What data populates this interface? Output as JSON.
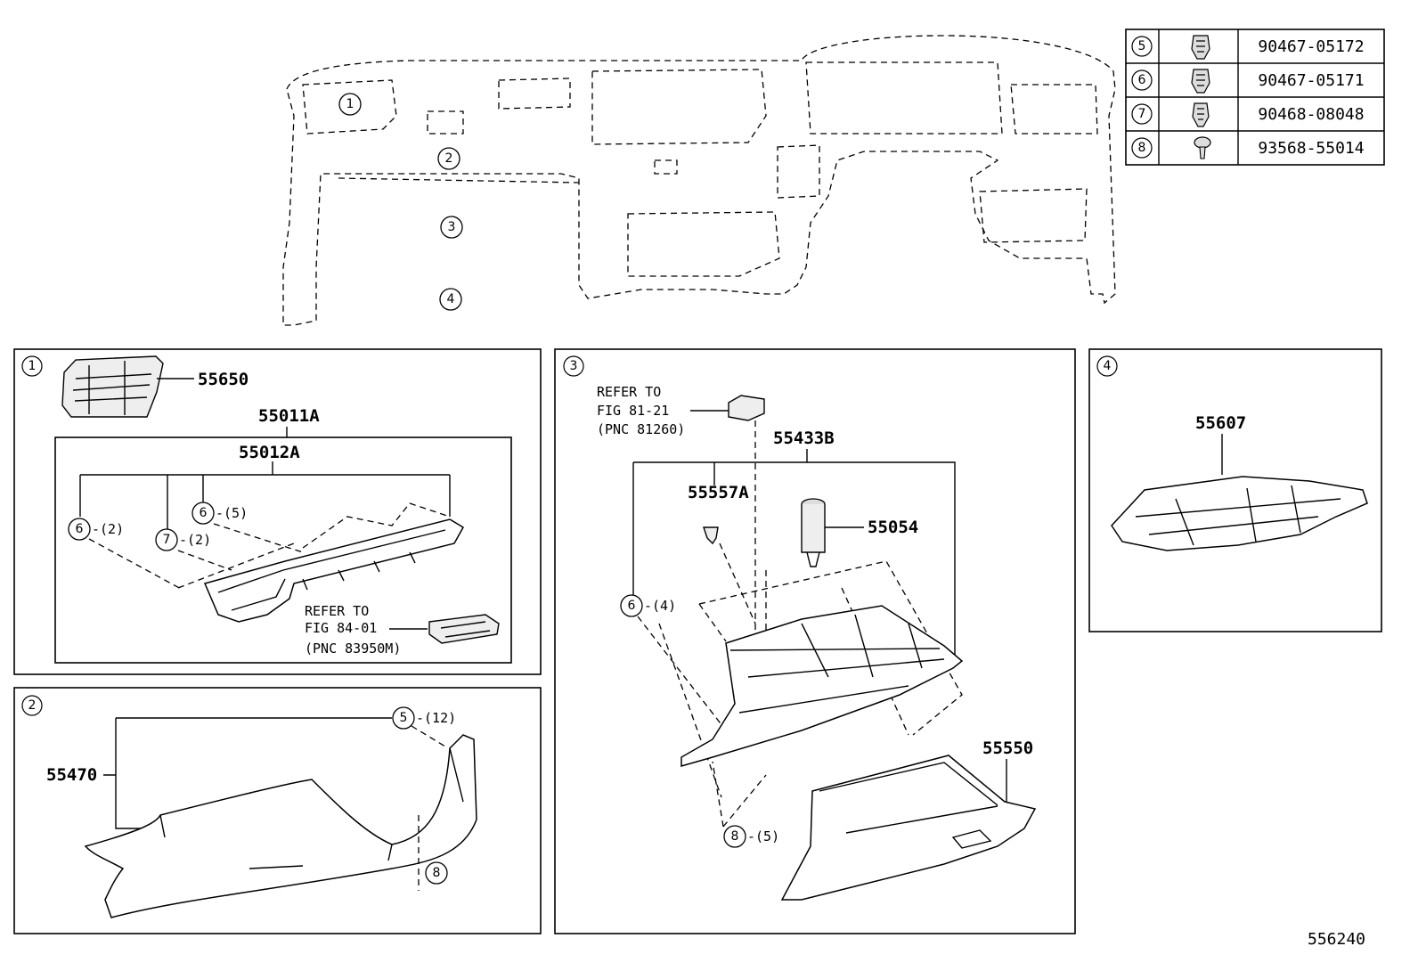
{
  "legend": [
    {
      "ref": "5",
      "part_no": "90467-05172",
      "icon": "clip-icon"
    },
    {
      "ref": "6",
      "part_no": "90467-05171",
      "icon": "clip-icon"
    },
    {
      "ref": "7",
      "part_no": "90468-08048",
      "icon": "clip-icon"
    },
    {
      "ref": "8",
      "part_no": "93568-55014",
      "icon": "screw-icon"
    }
  ],
  "overview": {
    "callouts": [
      "1",
      "2",
      "3",
      "4"
    ]
  },
  "panel1": {
    "num": "1",
    "p55650": "55650",
    "p55011a": "55011A",
    "p55012a": "55012A",
    "c6a": "6",
    "c6a_qty": "-(2)",
    "c7": "7",
    "c7_qty": "-(2)",
    "c6b": "6",
    "c6b_qty": "-(5)",
    "refer": [
      "REFER TO",
      "FIG 84-01",
      "(PNC 83950M)"
    ]
  },
  "panel2": {
    "num": "2",
    "p55470": "55470",
    "c5": "5",
    "c5_qty": "-(12)",
    "c8": "8"
  },
  "panel3": {
    "num": "3",
    "refer": [
      "REFER TO",
      "FIG 81-21",
      "(PNC 81260)"
    ],
    "p55433b": "55433B",
    "p55557a": "55557A",
    "p55054": "55054",
    "c6": "6",
    "c6_qty": "-(4)",
    "c8": "8",
    "c8_qty": "-(5)",
    "p55550": "55550"
  },
  "panel4": {
    "num": "4",
    "p55607": "55607"
  },
  "figure_id": "556240"
}
